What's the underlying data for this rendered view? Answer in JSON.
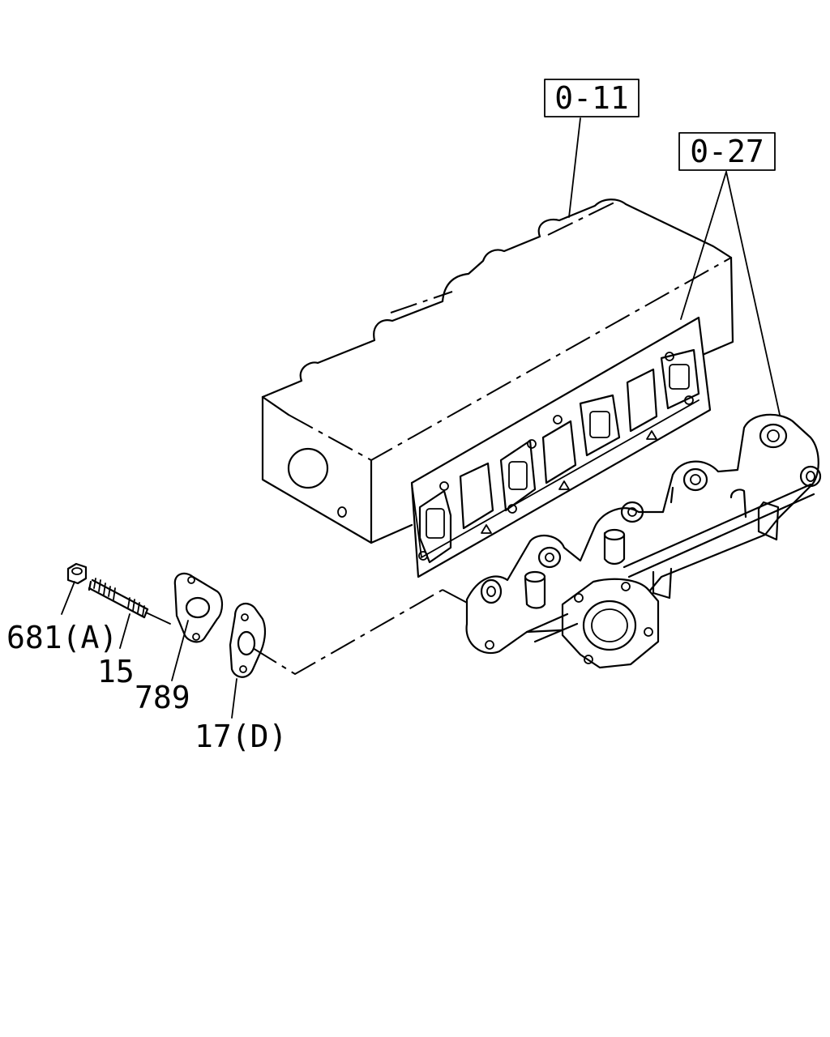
{
  "references": {
    "cylinder_head": "0-11",
    "manifold_assembly": "0-27"
  },
  "callouts": {
    "nut": "681(A)",
    "stud": "15",
    "flange_plate": "789",
    "gasket": "17(D)"
  }
}
